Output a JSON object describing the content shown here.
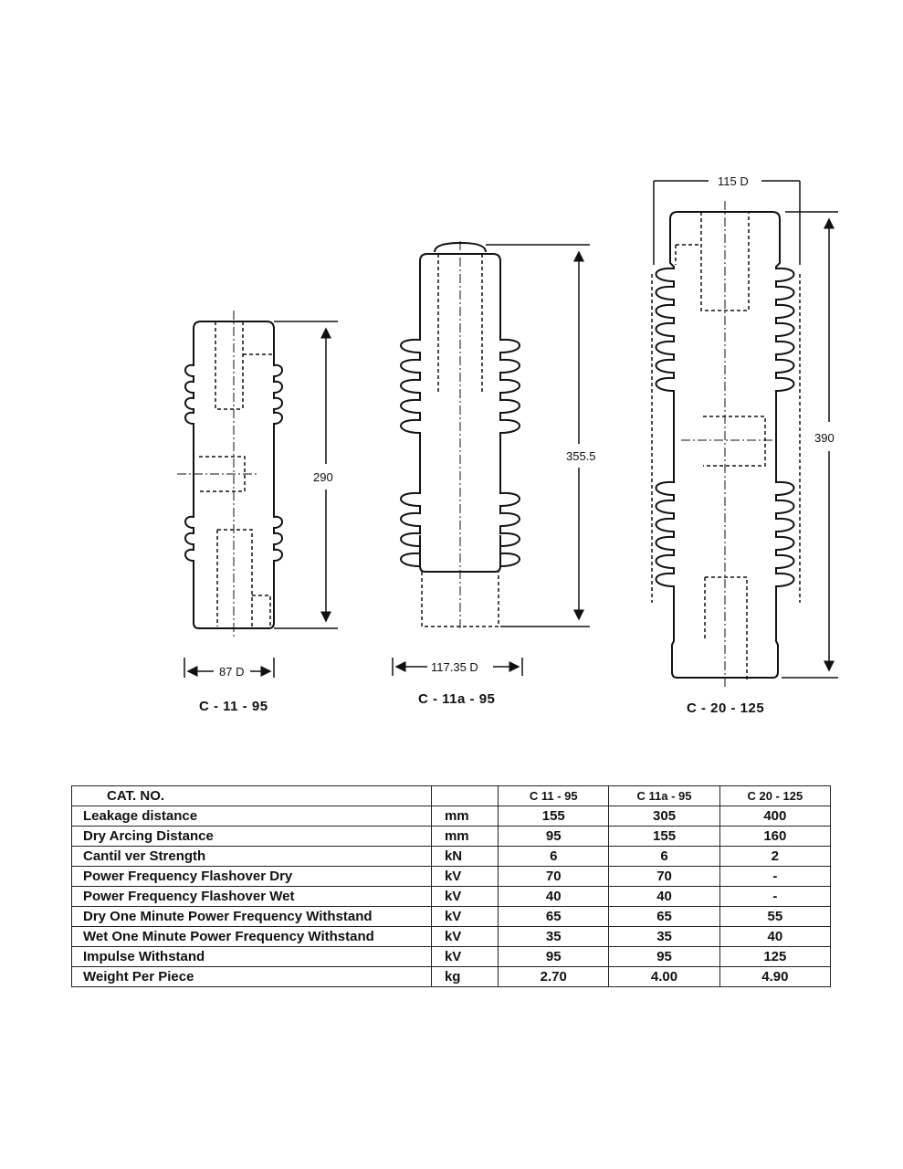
{
  "insulators": [
    {
      "id": "c11",
      "caption": "C - 11 - 95",
      "height_label": "290",
      "diameter_label": "87 D"
    },
    {
      "id": "c11a",
      "caption": "C - 11a - 95",
      "height_label": "355.5",
      "diameter_label": "117.35 D"
    },
    {
      "id": "c20",
      "caption": "C - 20 - 125",
      "height_label": "390",
      "diameter_label": "115 D"
    }
  ],
  "table": {
    "header": {
      "label": "CAT. NO.",
      "unit": "",
      "columns": [
        "C 11 - 95",
        "C 11a - 95",
        "C 20 - 125"
      ]
    },
    "rows": [
      {
        "label": "Leakage distance",
        "unit": "mm",
        "values": [
          "155",
          "305",
          "400"
        ]
      },
      {
        "label": "Dry Arcing Distance",
        "unit": "mm",
        "values": [
          "95",
          "155",
          "160"
        ]
      },
      {
        "label": "Cantil  ver Strength",
        "unit": "kN",
        "values": [
          "6",
          "6",
          "2"
        ]
      },
      {
        "label": "Power Frequency Flashover Dry",
        "unit": "kV",
        "values": [
          "70",
          "70",
          "-"
        ]
      },
      {
        "label": "Power Frequency Flashover Wet",
        "unit": "kV",
        "values": [
          "40",
          "40",
          "-"
        ]
      },
      {
        "label": "Dry One Minute Power Frequency Withstand",
        "unit": "kV",
        "values": [
          "65",
          "65",
          "55"
        ]
      },
      {
        "label": "Wet One Minute Power Frequency Withstand",
        "unit": "kV",
        "values": [
          "35",
          "35",
          "40"
        ]
      },
      {
        "label": "Impulse Withstand",
        "unit": "kV",
        "values": [
          "95",
          "95",
          "125"
        ]
      },
      {
        "label": "Weight Per Piece",
        "unit": "kg",
        "values": [
          "2.70",
          "4.00",
          "4.90"
        ]
      }
    ]
  }
}
